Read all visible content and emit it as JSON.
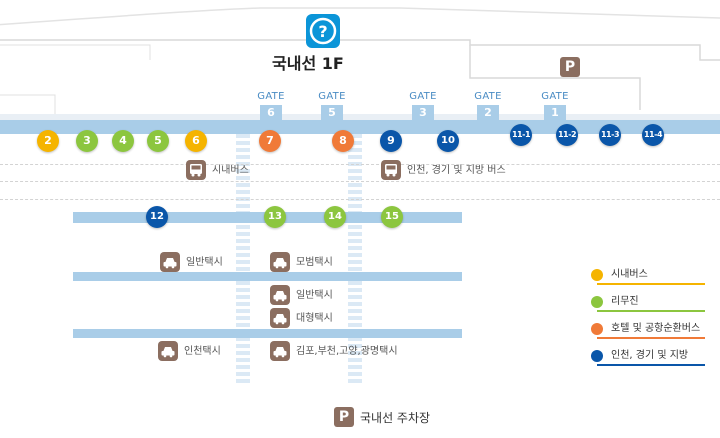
{
  "title": "국내선 1F",
  "parking_label": "국내선 주차장",
  "parking_icon_text": "P",
  "info_icon_text": "?",
  "gate_word": "GATE",
  "gates": [
    "6",
    "5",
    "3",
    "2",
    "1"
  ],
  "stops_row1": [
    "2",
    "3",
    "4",
    "5",
    "6",
    "7",
    "8",
    "9",
    "10",
    "11-1",
    "11-2",
    "11-3",
    "11-4"
  ],
  "stops_row2": [
    "12",
    "13",
    "14",
    "15"
  ],
  "areas": {
    "city_bus": "시내버스",
    "incheon_bus": "인천, 경기 및 지방 버스",
    "general_taxi_1": "일반택시",
    "model_taxi": "모범택시",
    "general_taxi_2": "일반택시",
    "large_taxi": "대형택시",
    "incheon_taxi": "인천택시",
    "gimpo_taxi": "김포,부천,고양,광명택시"
  },
  "legend": [
    {
      "label": "시내버스",
      "color": "#f5b400"
    },
    {
      "label": "리무진",
      "color": "#8cc63f"
    },
    {
      "label": "호텔 및 공항순환버스",
      "color": "#f07a38"
    },
    {
      "label": "인천, 경기 및 지방",
      "color": "#0a56a9"
    }
  ],
  "colors": {
    "yellow": "#f5b400",
    "green": "#8cc63f",
    "orange": "#f07a38",
    "blue": "#0a56a9",
    "lane": "#a9cde8",
    "brown": "#8b6e60",
    "info": "#0b95d8"
  }
}
